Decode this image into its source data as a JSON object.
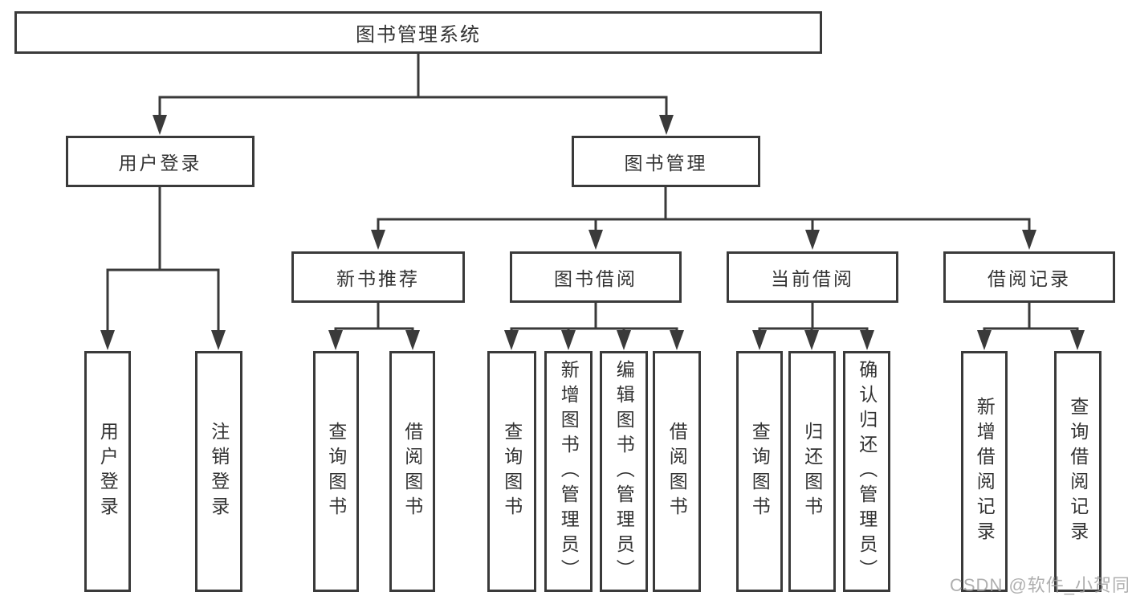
{
  "diagram": {
    "root": {
      "label": "图书管理系统"
    },
    "level1": [
      {
        "label": "用户登录"
      },
      {
        "label": "图书管理"
      }
    ],
    "level2": [
      {
        "label": "新书推荐"
      },
      {
        "label": "图书借阅"
      },
      {
        "label": "当前借阅"
      },
      {
        "label": "借阅记录"
      }
    ],
    "leaves": {
      "user_login": [
        {
          "label": "用户登录"
        },
        {
          "label": "注销登录"
        }
      ],
      "new_books": [
        {
          "label": "查询图书"
        },
        {
          "label": "借阅图书"
        }
      ],
      "book_borrow": [
        {
          "label": "查询图书"
        },
        {
          "label": "新增图书（管理员）"
        },
        {
          "label": "编辑图书（管理员）"
        },
        {
          "label": "借阅图书"
        }
      ],
      "current_borrow": [
        {
          "label": "查询图书"
        },
        {
          "label": "归还图书"
        },
        {
          "label": "确认归还（管理员）"
        }
      ],
      "borrow_records": [
        {
          "label": "新增借阅记录"
        },
        {
          "label": "查询借阅记录"
        }
      ]
    },
    "watermark": "CSDN @软件_小贺同学",
    "colors": {
      "line": "#3a3a3a",
      "text": "#333333",
      "watermark": "#b0b0b0",
      "background": "#ffffff"
    }
  }
}
